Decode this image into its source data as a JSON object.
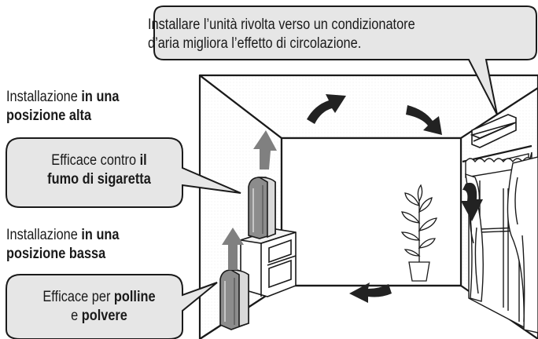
{
  "labels": {
    "high_prefix": "Installazione ",
    "high_bold": "in una",
    "high_line2": "posizione alta",
    "low_prefix": "Installazione ",
    "low_bold": "in una",
    "low_line2": "posizione bassa"
  },
  "bubbles": {
    "top_line1": "Installare l’unità rivolta verso un condizionatore",
    "top_line2": "d’aria migliora l’effetto di circolazione.",
    "high_line1_prefix": "Efficace contro ",
    "high_line1_bold": "il",
    "high_line2": "fumo di sigaretta",
    "low_line1_prefix": "Efficace per ",
    "low_line1_bold": "polline",
    "low_line2_prefix": "e ",
    "low_line2_bold": "polvere"
  },
  "colors": {
    "line": "#1a1a1a",
    "bubble_fill": "#e6e6e6",
    "arrow_gray": "#808080",
    "arrow_black": "#222222",
    "wall_texture": "#999999"
  },
  "icons": [
    "air-purifier-high",
    "air-purifier-low",
    "air-conditioner-icon",
    "plant-icon",
    "window-curtain-icon",
    "shelf-icon",
    "airflow-arrow-icon"
  ]
}
